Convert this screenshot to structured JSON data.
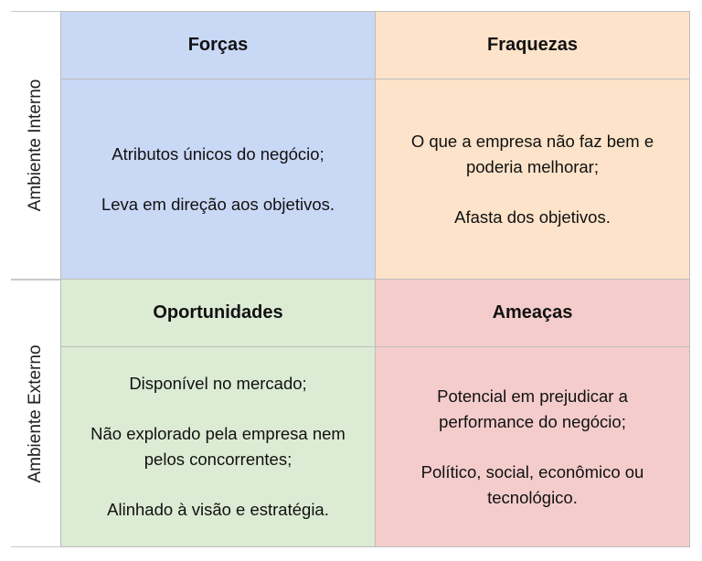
{
  "rows": [
    {
      "label": "Ambiente Interno"
    },
    {
      "label": "Ambiente Externo"
    }
  ],
  "quadrants": {
    "forcas": {
      "title": "Forças",
      "lines": [
        "Atributos únicos do negócio;",
        "Leva em direção aos objetivos."
      ],
      "color": "#c9d8f5"
    },
    "fraquezas": {
      "title": "Fraquezas",
      "lines": [
        "O que a empresa não faz bem e\npoderia melhorar;",
        "Afasta dos objetivos."
      ],
      "color": "#fce3c9"
    },
    "oportunidades": {
      "title": "Oportunidades",
      "lines": [
        "Disponível no mercado;",
        "Não explorado pela empresa nem\npelos concorrentes;",
        "Alinhado à visão e estratégia."
      ],
      "color": "#dcebd4"
    },
    "ameacas": {
      "title": "Ameaças",
      "lines": [
        "Potencial em prejudicar a\nperformance do negócio;",
        "Político, social, econômico ou\ntecnológico."
      ],
      "color": "#f4cccc"
    }
  }
}
